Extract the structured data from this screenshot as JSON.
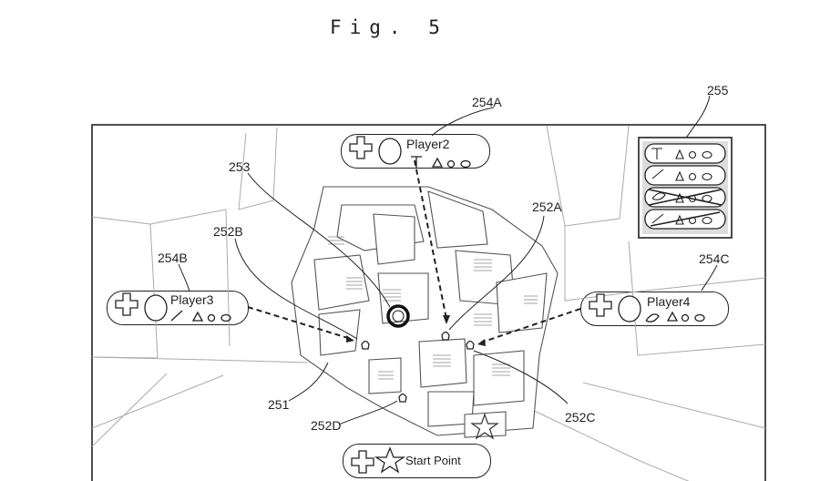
{
  "figure": {
    "title": "Fig. 5"
  },
  "refs": {
    "r251": "251",
    "r252a": "252A",
    "r252b": "252B",
    "r252c": "252C",
    "r252d": "252D",
    "r253": "253",
    "r254a": "254A",
    "r254b": "254B",
    "r254c": "254C",
    "r255": "255"
  },
  "players": {
    "p2": "Player2",
    "p3": "Player3",
    "p4": "Player4"
  },
  "start_point": {
    "label": "Start Point"
  },
  "icons": [
    "dpad-icon",
    "circle-portrait-icon",
    "hammer-icon",
    "brush-icon",
    "feather-icon",
    "triangle-icon",
    "star-icon",
    "oval-icon",
    "marker-icon"
  ]
}
